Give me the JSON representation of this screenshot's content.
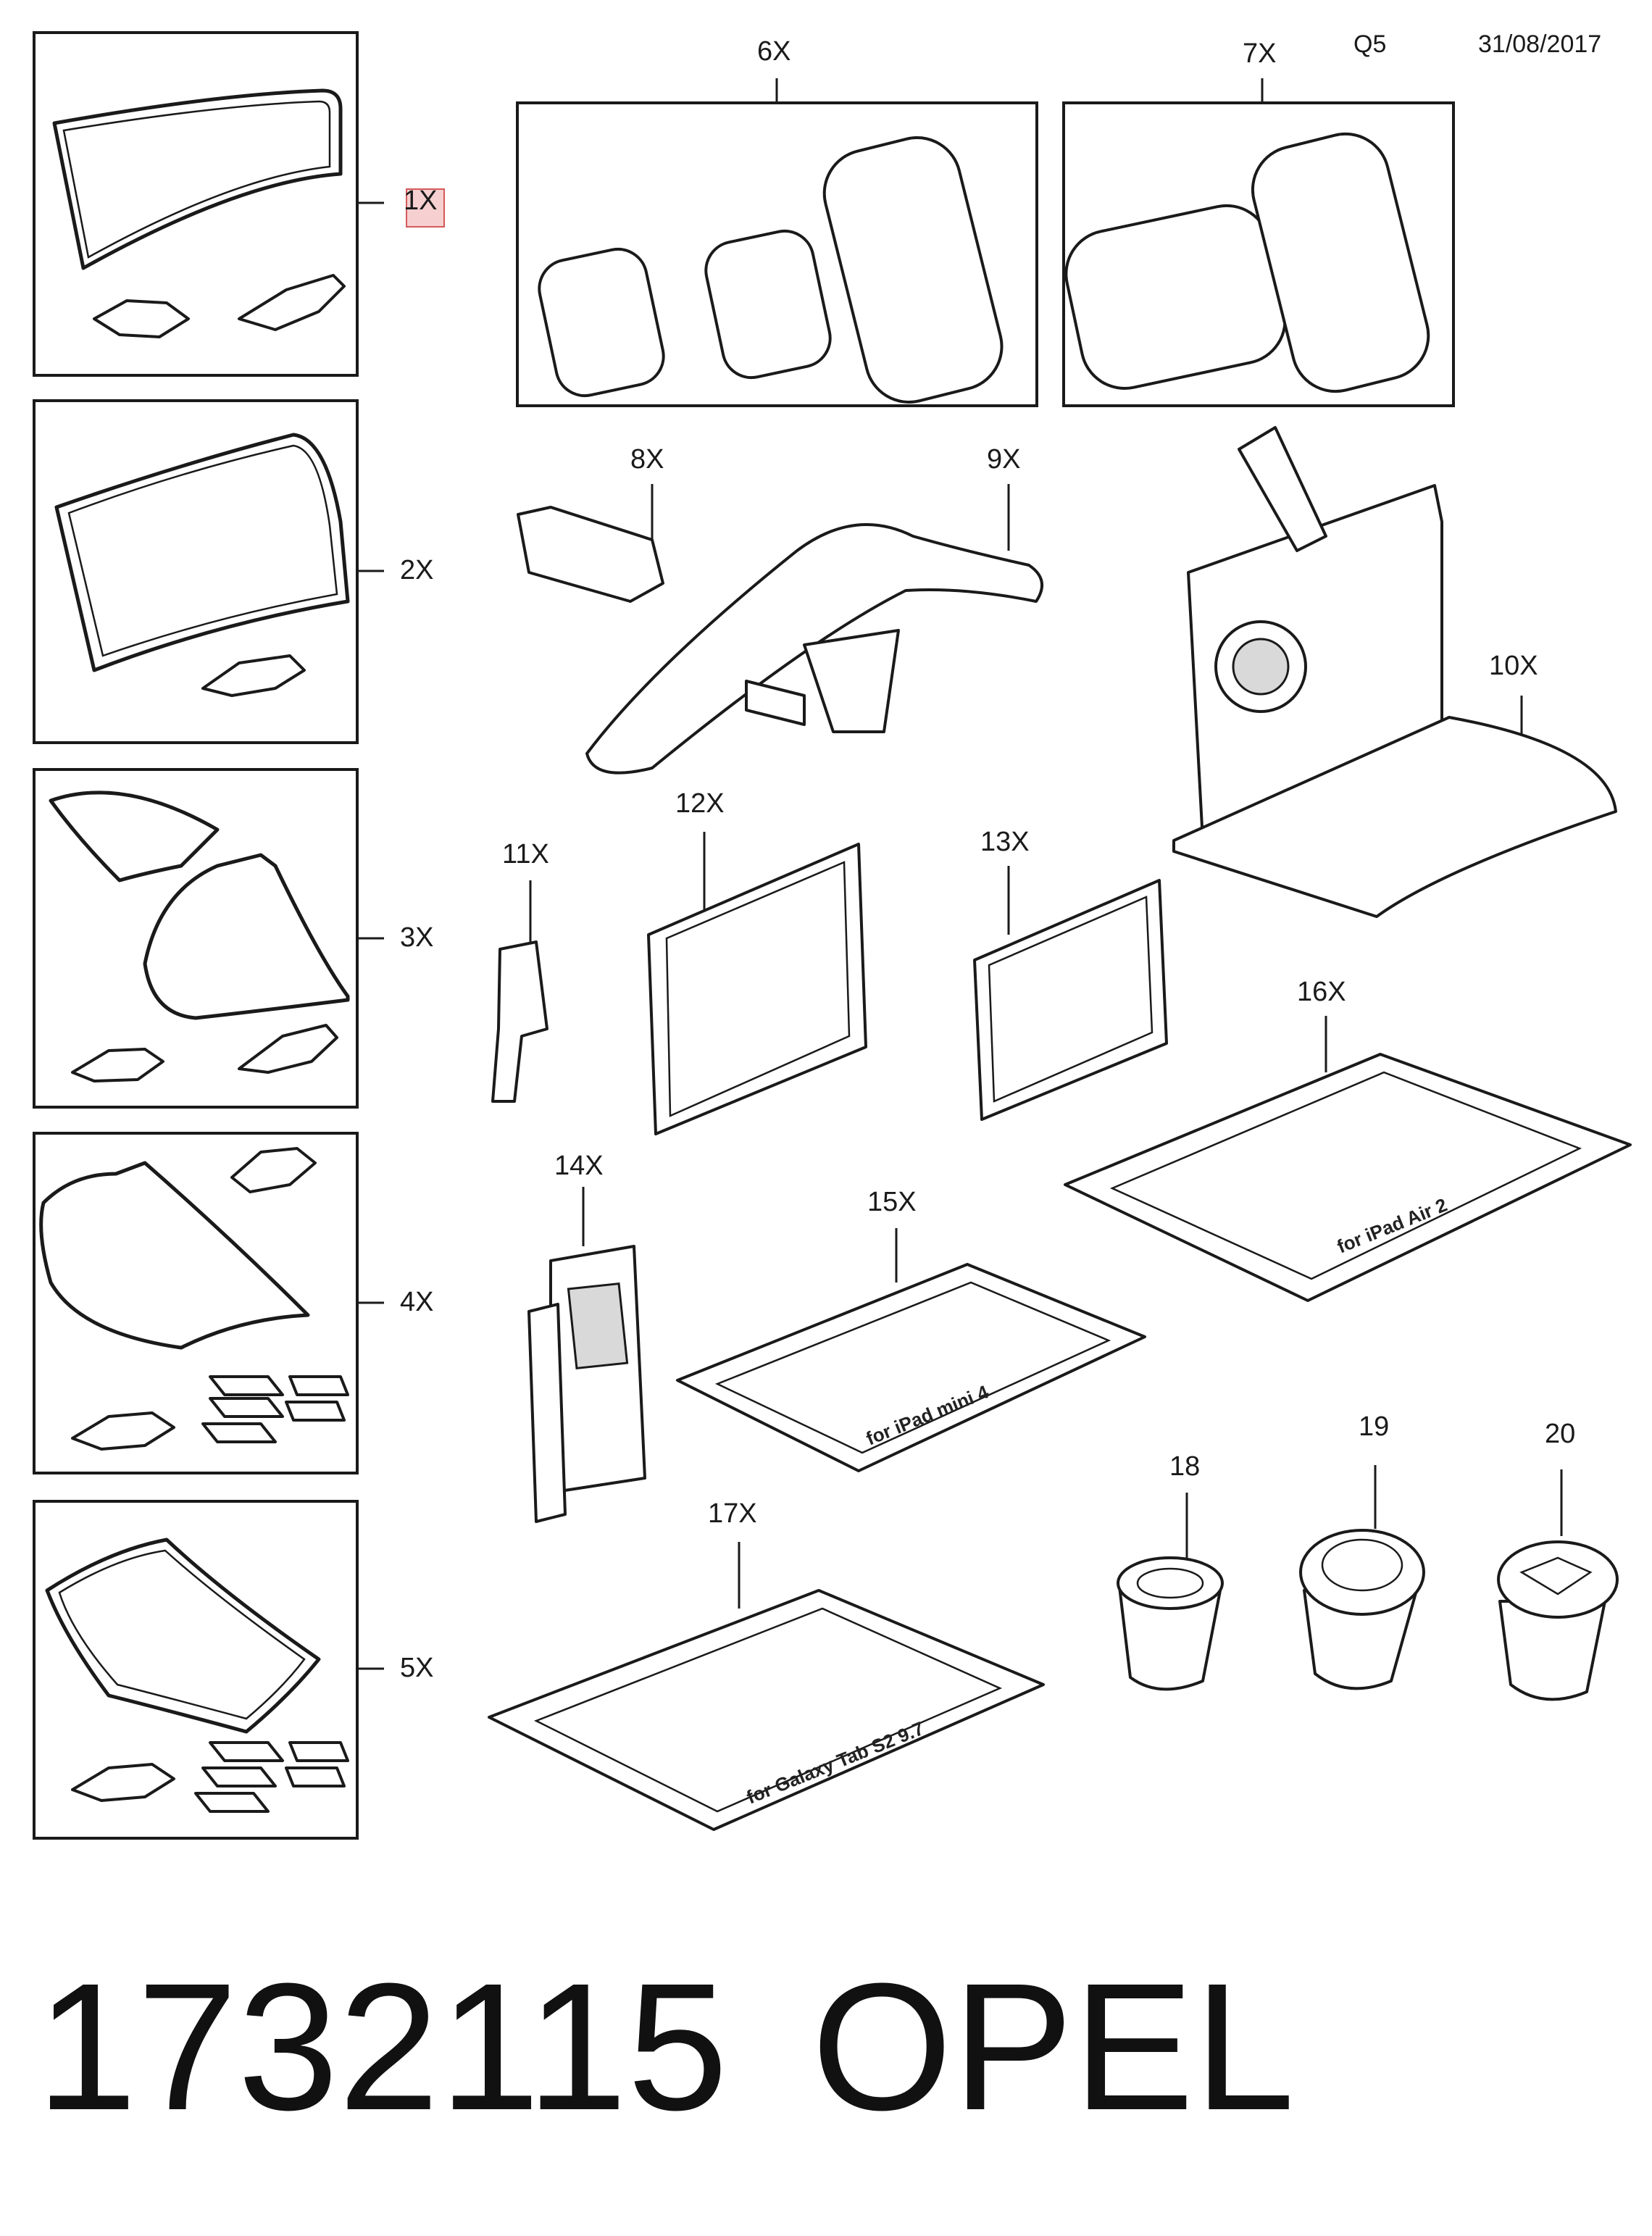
{
  "header": {
    "code": "Q5",
    "date": "31/08/2017"
  },
  "callouts": {
    "c1": "1X",
    "c2": "2X",
    "c3": "3X",
    "c4": "4X",
    "c5": "5X",
    "c6": "6X",
    "c7": "7X",
    "c8": "8X",
    "c9": "9X",
    "c10": "10X",
    "c11": "11X",
    "c12": "12X",
    "c13": "13X",
    "c14": "14X",
    "c15": "15X",
    "c16": "16X",
    "c17": "17X",
    "c18": "18",
    "c19": "19",
    "c20": "20"
  },
  "frame_text": {
    "ipad_air": "for iPad Air 2",
    "ipad_mini": "for iPad mini 4",
    "galaxy": "for Galaxy Tab S2 9.7"
  },
  "footer": {
    "part_number": "1732115",
    "brand": "OPEL"
  },
  "colors": {
    "line": "#1a1a1a",
    "highlight": "#e67878"
  }
}
